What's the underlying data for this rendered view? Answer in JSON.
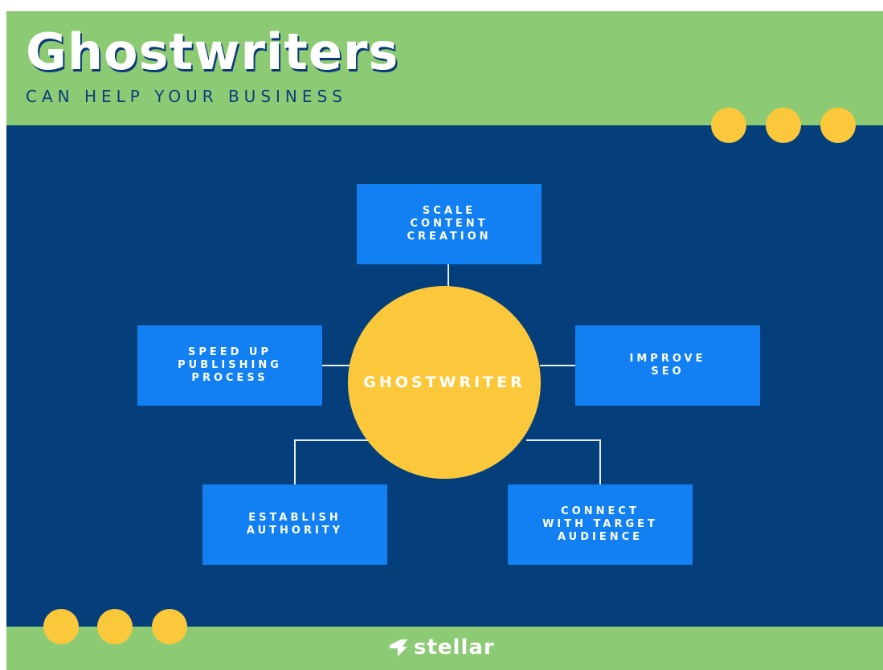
{
  "header": {
    "title": "Ghostwriters",
    "subtitle": "CAN HELP YOUR BUSINESS"
  },
  "diagram": {
    "center": "GHOSTWRITER",
    "nodes": [
      {
        "label": "SCALE\nCONTENT\nCREATION"
      },
      {
        "label": "SPEED UP\nPUBLISHING\nPROCESS"
      },
      {
        "label": "IMPROVE\nSEO"
      },
      {
        "label": "ESTABLISH\nAUTHORITY"
      },
      {
        "label": "CONNECT\nWITH TARGET\nAUDIENCE"
      }
    ]
  },
  "footer": {
    "logo_text": "stellar",
    "logo_icon": "stellar-logo-icon"
  },
  "colors": {
    "green": "#8ccb74",
    "navy": "#043f7c",
    "blue_box": "#1280f2",
    "yellow": "#fbc83b",
    "title_shadow": "#0b3a78"
  }
}
